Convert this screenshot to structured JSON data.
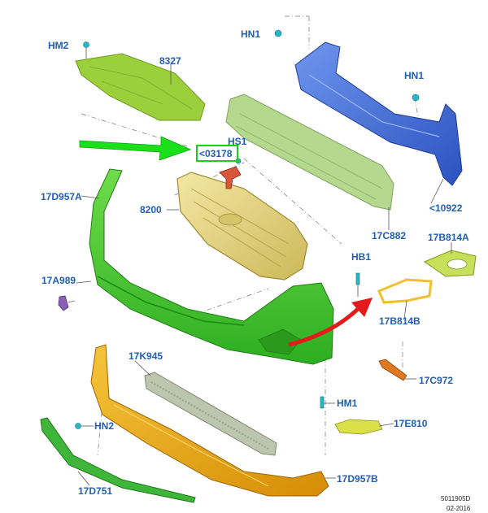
{
  "parts": {
    "hm2_top": "HM2",
    "p8327": "8327",
    "hn1_top": "HN1",
    "hn1_right": "HN1",
    "hs1": "HS1",
    "p03178": "<03178",
    "p17d957a": "17D957A",
    "p8200": "8200",
    "p10922": "<10922",
    "p17c882": "17C882",
    "p17b814a": "17B814A",
    "p17a989": "17A989",
    "hb1": "HB1",
    "p17b814b": "17B814B",
    "p17k945": "17K945",
    "p17c972": "17C972",
    "hm1": "HM1",
    "p17e810": "17E810",
    "hn2": "HN2",
    "p17d751": "17D751",
    "p17d957b": "17D957B"
  },
  "footer": {
    "ref_code": "5011905D",
    "date": "02-2016"
  },
  "colors": {
    "label": "#1f5fb4",
    "reinforcement_blue": "#3f6fd8",
    "absorber_lightgreen": "#b4d88e",
    "shield_green": "#9ccf3c",
    "grille_yellow": "#e8d77c",
    "bumper_green": "#45c52b",
    "lower_orange": "#e8a50d",
    "lower_grille_gray": "#bcc5ad",
    "lip_green": "#3fb53a",
    "arrow_green": "#19e019",
    "arrow_red": "#e51a1a",
    "highlight_box": "#18d018",
    "bracket_purple": "#8a5fb4",
    "bracket_orange": "#e07820",
    "clip_cyan": "#26b8c8"
  }
}
